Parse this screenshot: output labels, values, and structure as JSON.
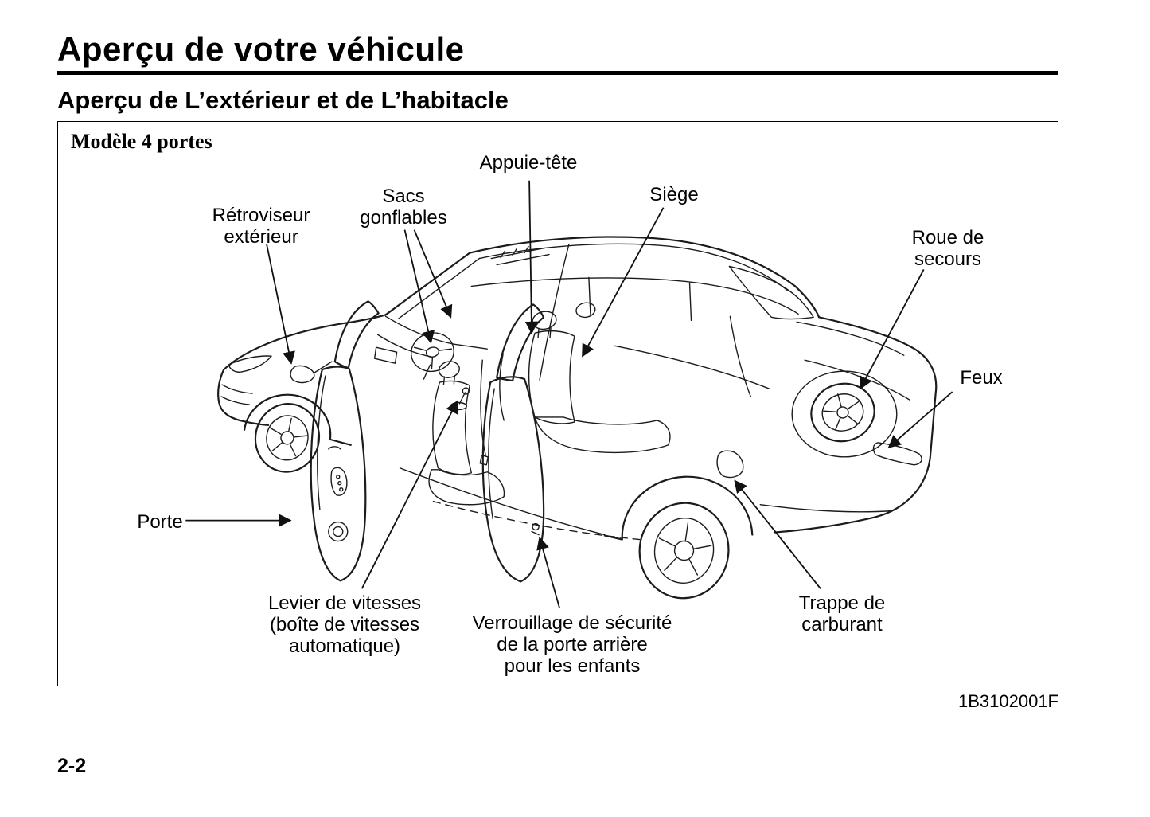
{
  "page": {
    "title": "Aperçu de votre véhicule",
    "subtitle": "Aperçu de L’extérieur et de L’habitacle",
    "figure_code": "1B3102001F",
    "page_number": "2-2"
  },
  "figure": {
    "model_label": "Modèle 4 portes",
    "callouts": {
      "headrest": "Appuie-tête",
      "airbags": "Sacs\ngonflables",
      "seat": "Siège",
      "exterior_mirror": "Rétroviseur\nextérieur",
      "spare_wheel": "Roue de\nsecours",
      "lights": "Feux",
      "door": "Porte",
      "gear_lever": "Levier de vitesses\n(boîte de vitesses\nautomatique)",
      "child_lock": "Verrouillage de sécurité\nde la porte arrière\npour les enfants",
      "fuel_door": "Trappe de\ncarburant"
    }
  }
}
